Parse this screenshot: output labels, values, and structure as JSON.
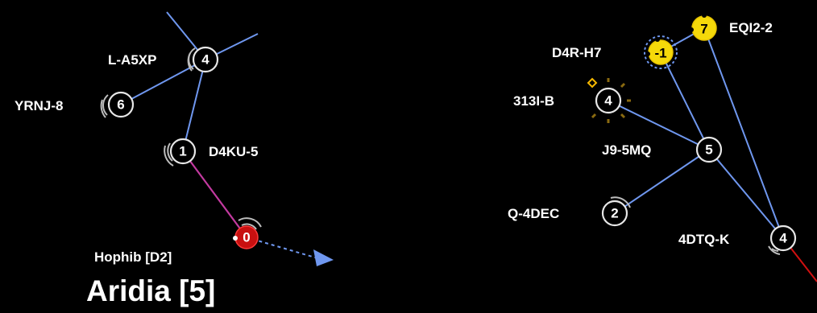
{
  "region": {
    "name": "Aridia [5]"
  },
  "systems": [
    {
      "id": "l-a5xp",
      "name": "L-A5XP",
      "security": "4"
    },
    {
      "id": "yrnj-8",
      "name": "YRNJ-8",
      "security": "6"
    },
    {
      "id": "d4ku-5",
      "name": "D4KU-5",
      "security": "1"
    },
    {
      "id": "hophib",
      "name": "Hophib [D2]",
      "security": "0"
    },
    {
      "id": "eqi2-2",
      "name": "EQI2-2",
      "security": "7"
    },
    {
      "id": "d4r-h7",
      "name": "D4R-H7",
      "security": "-1"
    },
    {
      "id": "313i-b",
      "name": "313I-B",
      "security": "4"
    },
    {
      "id": "j9-5mq",
      "name": "J9-5MQ",
      "security": "5"
    },
    {
      "id": "q-4dec",
      "name": "Q-4DEC",
      "security": "2"
    },
    {
      "id": "4dtq-k",
      "name": "4DTQ-K",
      "security": "4"
    }
  ],
  "colors": {
    "background": "#000000",
    "gate_link": "#6f97ef",
    "region_link": "#d01010",
    "route_link": "#c33aa0",
    "highlight_yellow": "#f5d90a",
    "current_system_red": "#c81010",
    "direction_arrow": "#6f97ef"
  }
}
